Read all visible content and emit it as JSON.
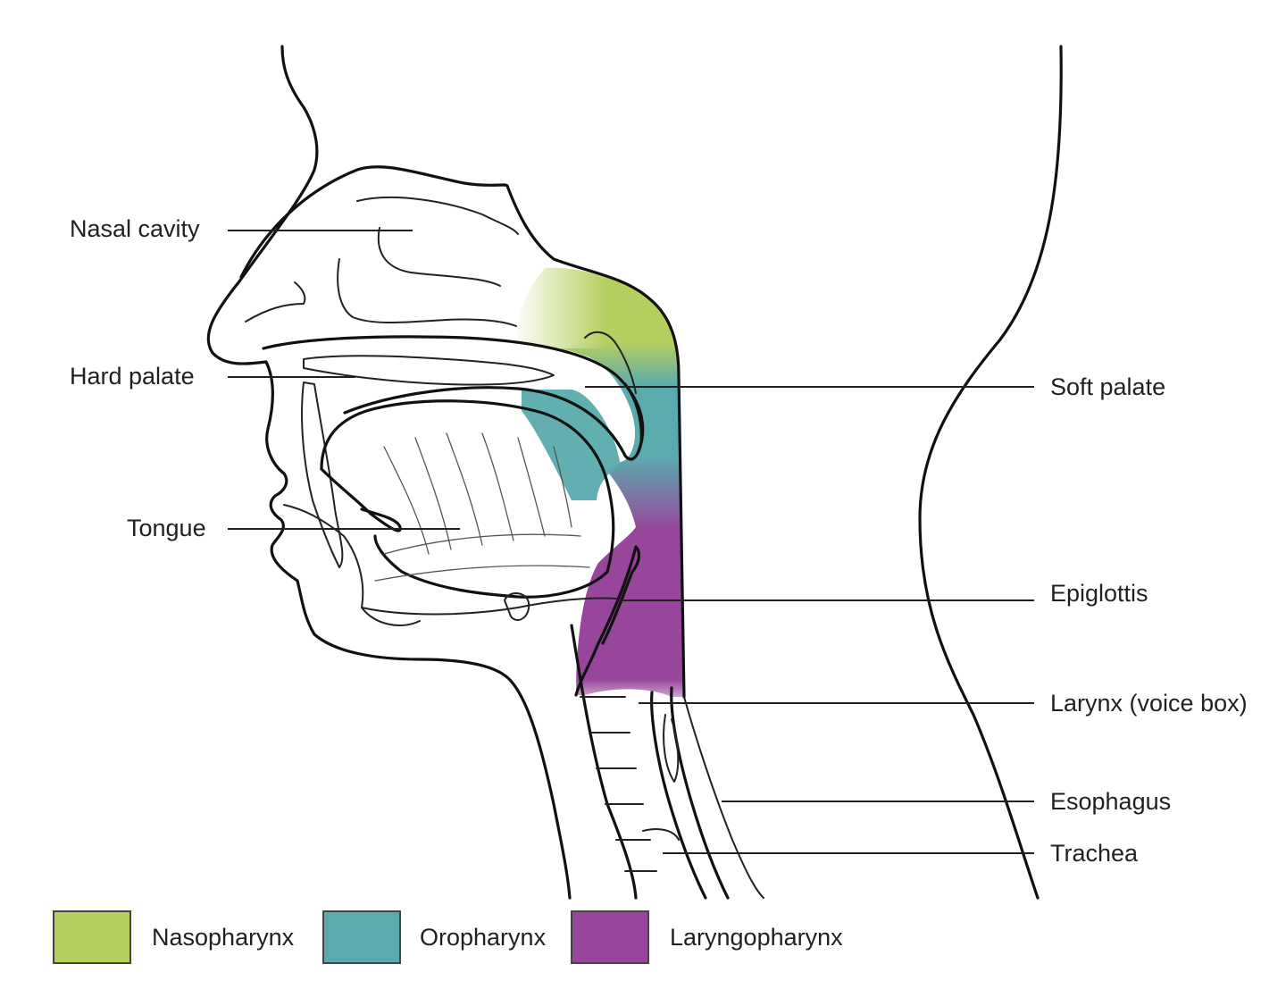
{
  "labels": {
    "nasal_cavity": "Nasal cavity",
    "hard_palate": "Hard palate",
    "tongue": "Tongue",
    "soft_palate": "Soft palate",
    "epiglottis": "Epiglottis",
    "larynx": "Larynx (voice box)",
    "esophagus": "Esophagus",
    "trachea": "Trachea"
  },
  "legend": [
    {
      "name": "Nasopharynx",
      "color": "#b5cf5e"
    },
    {
      "name": "Oropharynx",
      "color": "#5aabae"
    },
    {
      "name": "Laryngopharynx",
      "color": "#97469b"
    }
  ],
  "colors": {
    "nasopharynx": "#b5cf5e",
    "oropharynx": "#5aabae",
    "laryngopharynx": "#97469b",
    "outline": "#111111"
  }
}
